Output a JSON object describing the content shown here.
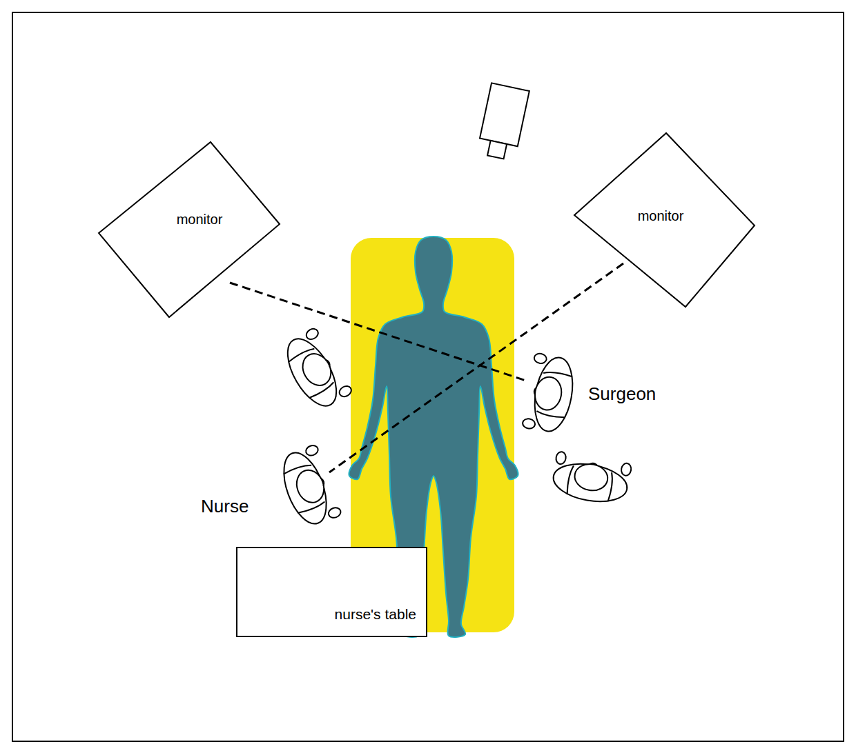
{
  "diagram": {
    "nodes": [
      {
        "text": [
          "monitor"
        ]
      },
      {
        "text": [
          "monitor"
        ]
      },
      {
        "text": [
          "Surgeon"
        ]
      },
      {
        "text": [
          "Nurse"
        ]
      },
      {
        "text": [
          "nurse's table"
        ]
      }
    ],
    "edges": [
      {
        "from": 0,
        "to": 2,
        "arrow": "none"
      },
      {
        "from": 1,
        "to": 3,
        "arrow": "none"
      }
    ]
  }
}
